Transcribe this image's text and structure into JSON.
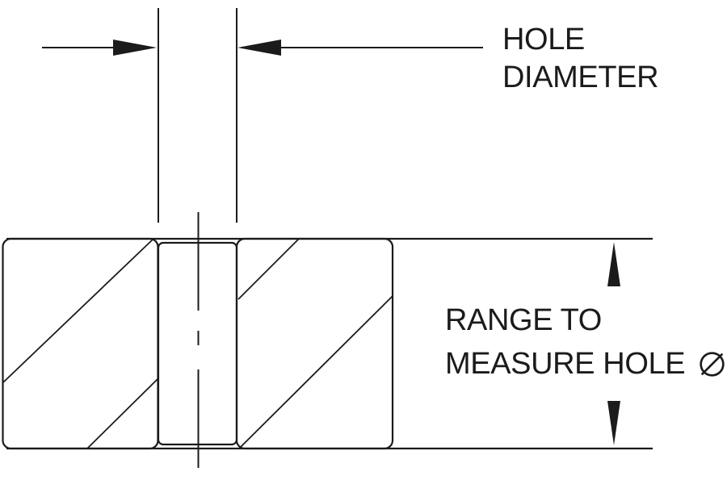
{
  "title": "Hole measurement cross-section diagram",
  "colors": {
    "ink": "#1b1b1b",
    "background": "#ffffff"
  },
  "labels": {
    "hole_diameter": {
      "line1": "HOLE",
      "line2": "DIAMETER"
    },
    "range": {
      "line1": "RANGE TO",
      "line2": "MEASURE HOLE",
      "symbol": "Ø"
    }
  },
  "icons": {
    "diameter": "diameter-symbol-icon"
  },
  "drawing": {
    "elements": [
      "left-extension-line",
      "right-extension-line",
      "left-dimension-arrow",
      "right-dimension-arrow",
      "sectioned-part-left-block",
      "sectioned-part-right-block",
      "hole-bore-window",
      "hole-centerline",
      "section-hatching",
      "range-up-arrowhead",
      "range-down-arrowhead",
      "top-surface-line",
      "bottom-surface-line"
    ]
  }
}
